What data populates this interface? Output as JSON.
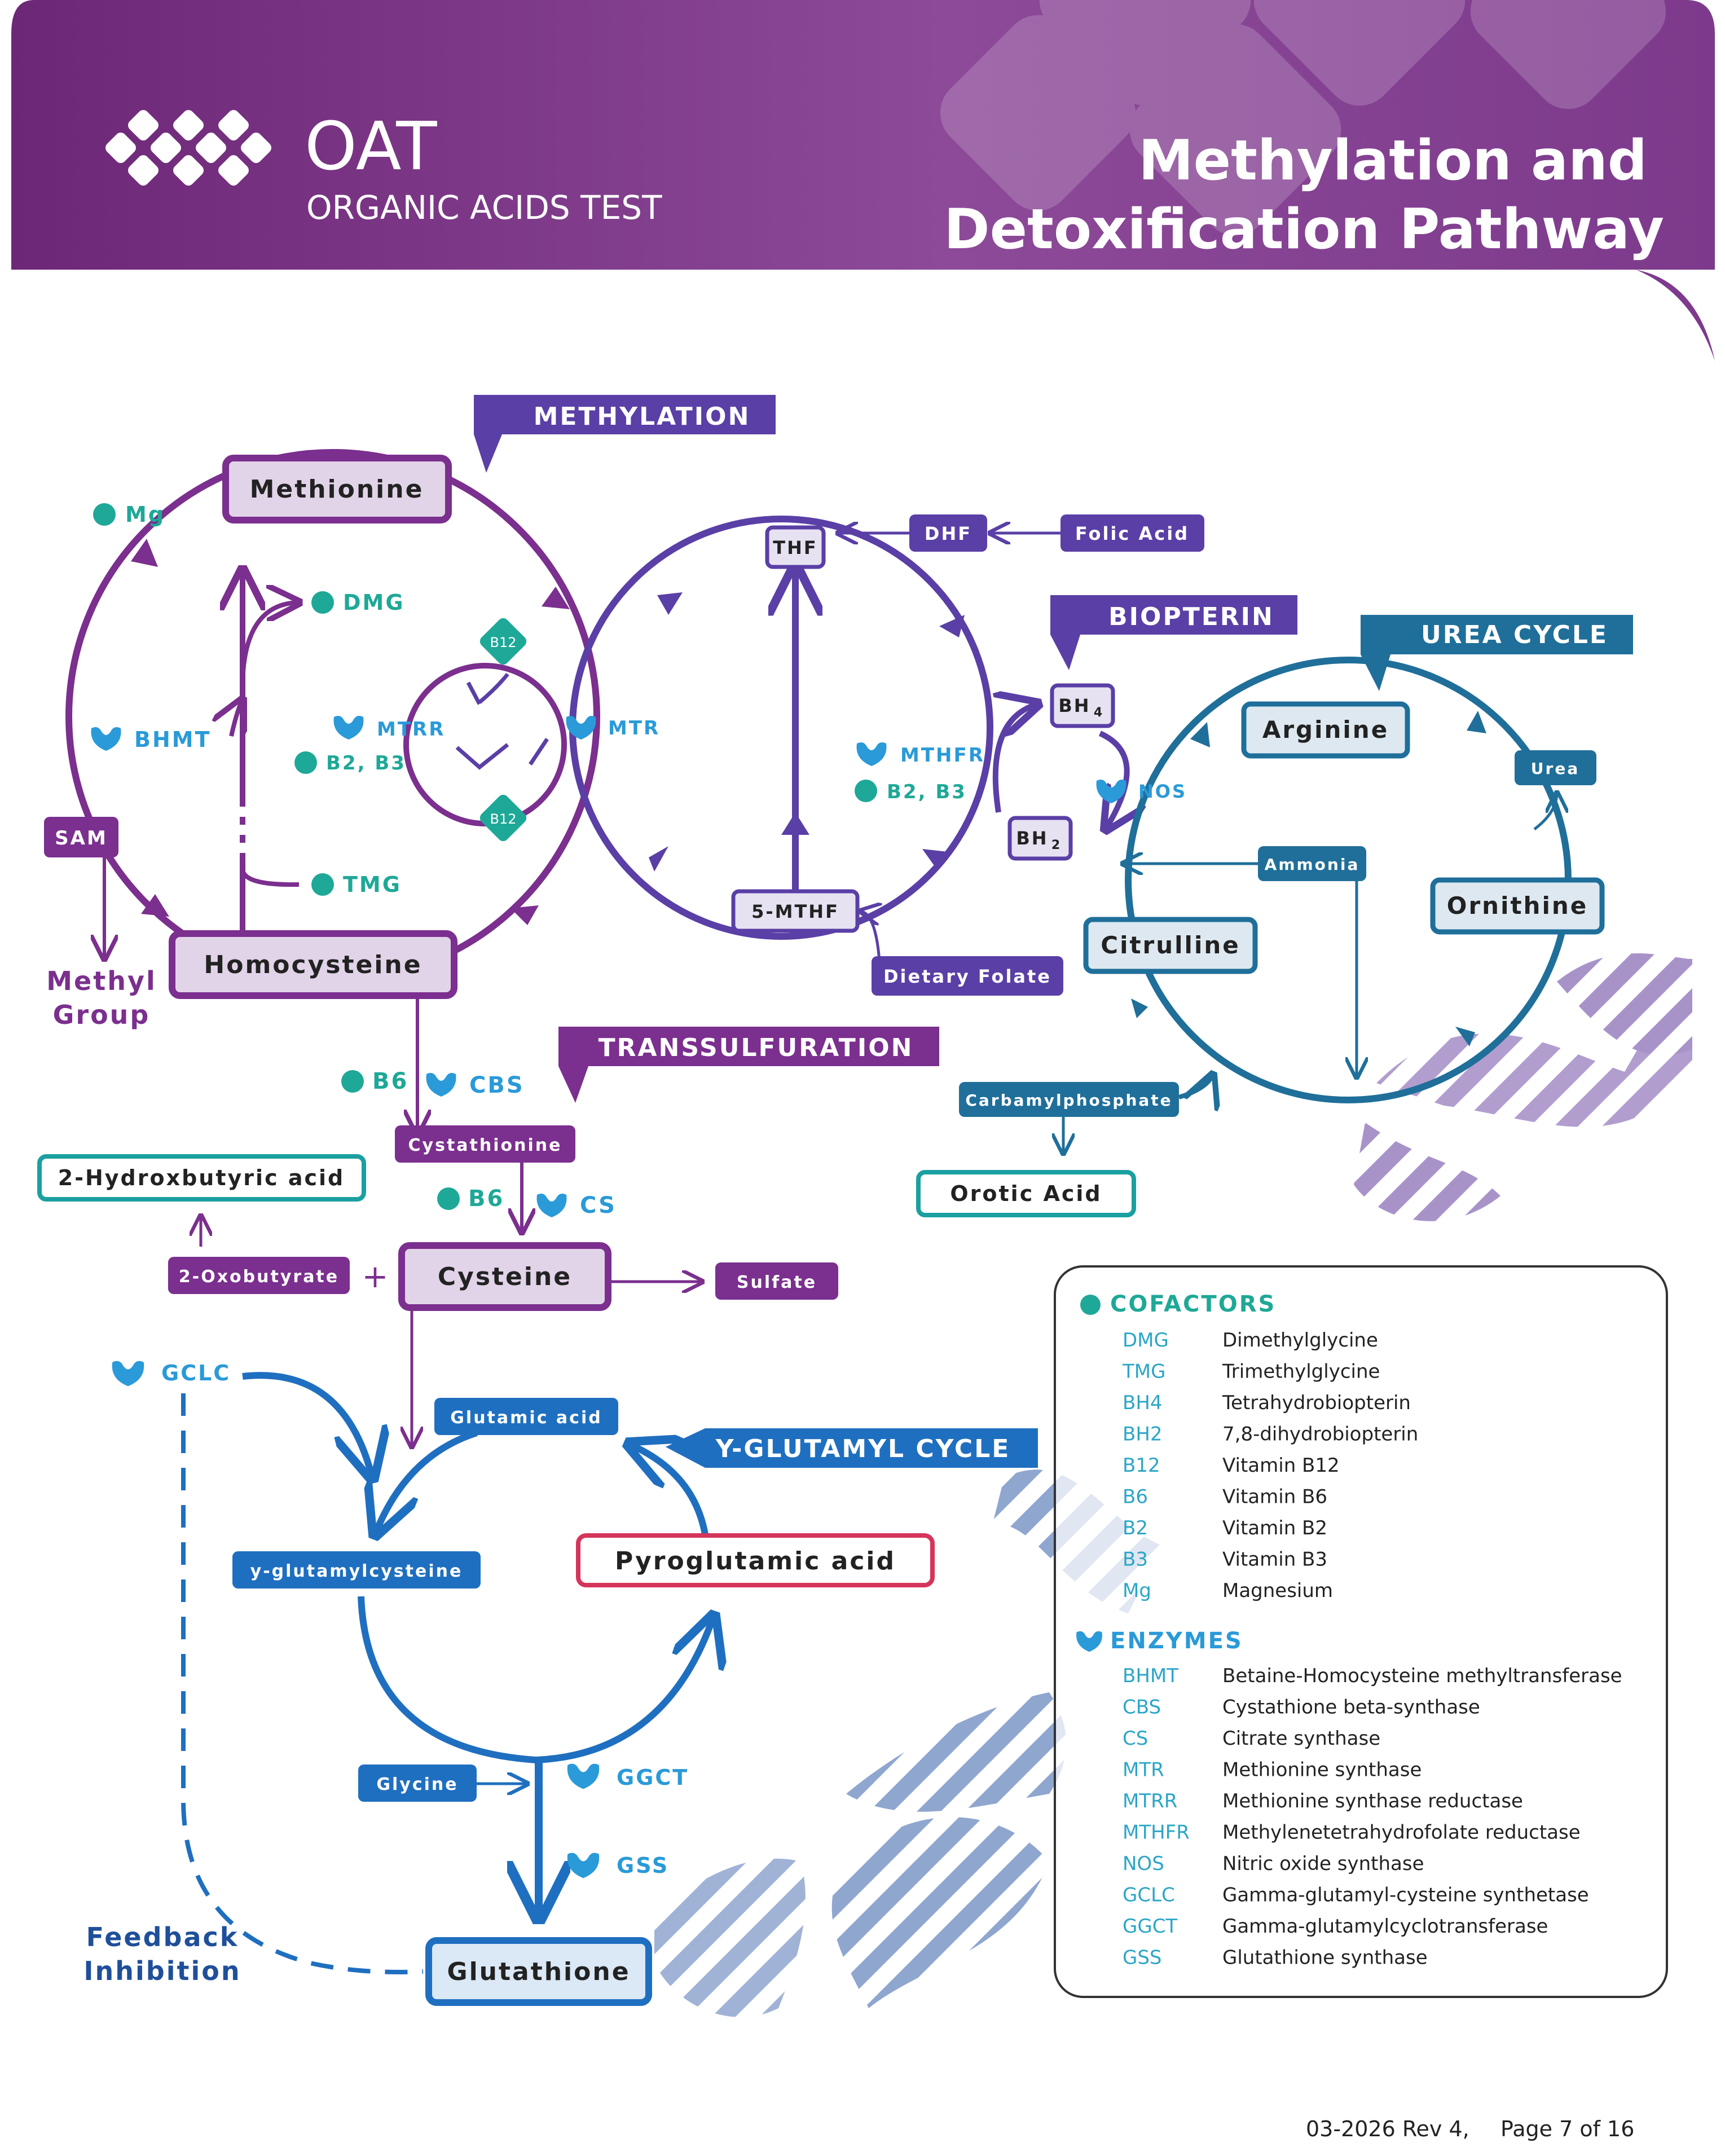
{
  "header": {
    "logo_title": "OAT",
    "logo_subtitle": "ORGANIC ACIDS TEST",
    "title_line1": "Methylation and",
    "title_line2": "Detoxification Pathway"
  },
  "sections": {
    "methylation": "METHYLATION",
    "biopterin": "BIOPTERIN",
    "urea_cycle": "UREA CYCLE",
    "transsulfuration": "TRANSSULFURATION",
    "glutamyl_cycle": "Y-GLUTAMYL CYCLE"
  },
  "nodes": {
    "methionine": "Methionine",
    "homocysteine": "Homocysteine",
    "sam": "SAM",
    "methyl_group_1": "Methyl",
    "methyl_group_2": "Group",
    "thf": "THF",
    "dhf": "DHF",
    "folic_acid": "Folic Acid",
    "five_mthf": "5-MTHF",
    "dietary_folate": "Dietary Folate",
    "bh4": "BH",
    "bh4_sub": "4",
    "bh2": "BH",
    "bh2_sub": "2",
    "arginine": "Arginine",
    "urea": "Urea",
    "ornithine": "Ornithine",
    "citrulline": "Citrulline",
    "ammonia": "Ammonia",
    "carbamylphosphate": "Carbamylphosphate",
    "orotic_acid": "Orotic Acid",
    "cystathionine": "Cystathionine",
    "hydroxybutyric": "2-Hydroxbutyric acid",
    "oxobutyrate": "2-Oxobutyrate",
    "plus": "+",
    "cysteine": "Cysteine",
    "sulfate": "Sulfate",
    "glutamic_acid": "Glutamic acid",
    "glutamylcysteine": "y-glutamylcysteine",
    "pyroglutamic": "Pyroglutamic acid",
    "glycine": "Glycine",
    "glutathione": "Glutathione",
    "feedback_1": "Feedback",
    "feedback_2": "Inhibition"
  },
  "markers": {
    "mg": "Mg",
    "dmg": "DMG",
    "tmg": "TMG",
    "bhmt": "BHMT",
    "mtrr": "MTRR",
    "b2b3_left": "B2, B3",
    "mtr": "MTR",
    "b12": "B12",
    "mthfr": "MTHFR",
    "b2b3_right": "B2, B3",
    "nos": "NOS",
    "b6_cbs": "B6",
    "cbs": "CBS",
    "b6_cs": "B6",
    "cs": "CS",
    "gclc": "GCLC",
    "ggct": "GGCT",
    "gss": "GSS"
  },
  "legend": {
    "cofactors_title": "COFACTORS",
    "cofactors": [
      {
        "abbr": "DMG",
        "name": "Dimethylglycine"
      },
      {
        "abbr": "TMG",
        "name": "Trimethylglycine"
      },
      {
        "abbr": "BH4",
        "name": "Tetrahydrobiopterin"
      },
      {
        "abbr": "BH2",
        "name": "7,8-dihydrobiopterin"
      },
      {
        "abbr": "B12",
        "name": "Vitamin B12"
      },
      {
        "abbr": "B6",
        "name": "Vitamin B6"
      },
      {
        "abbr": "B2",
        "name": "Vitamin B2"
      },
      {
        "abbr": "B3",
        "name": "Vitamin B3"
      },
      {
        "abbr": "Mg",
        "name": "Magnesium"
      }
    ],
    "enzymes_title": "ENZYMES",
    "enzymes": [
      {
        "abbr": "BHMT",
        "name": "Betaine-Homocysteine methyltransferase"
      },
      {
        "abbr": "CBS",
        "name": "Cystathione beta-synthase"
      },
      {
        "abbr": "CS",
        "name": "Citrate synthase"
      },
      {
        "abbr": "MTR",
        "name": "Methionine synthase"
      },
      {
        "abbr": "MTRR",
        "name": "Methionine synthase reductase"
      },
      {
        "abbr": "MTHFR",
        "name": "Methylenetetrahydrofolate reductase"
      },
      {
        "abbr": "NOS",
        "name": "Nitric oxide synthase"
      },
      {
        "abbr": "GCLC",
        "name": "Gamma-glutamyl-cysteine synthetase"
      },
      {
        "abbr": "GGCT",
        "name": "Gamma-glutamylcyclotransferase"
      },
      {
        "abbr": "GSS",
        "name": "Glutathione synthase"
      }
    ]
  },
  "footer": {
    "revision": "03-2026 Rev 4,",
    "page": "Page 7 of 16"
  },
  "colors": {
    "methylation": "#7b2f8e",
    "folate": "#5a3fa6",
    "urea": "#1f6f9a",
    "glutathione": "#1f6fc0",
    "cofactor": "#1ea897",
    "enzyme": "#2a9ad8",
    "pyroglutamic": "#d6345a",
    "orotic": "#1aa0a0"
  }
}
